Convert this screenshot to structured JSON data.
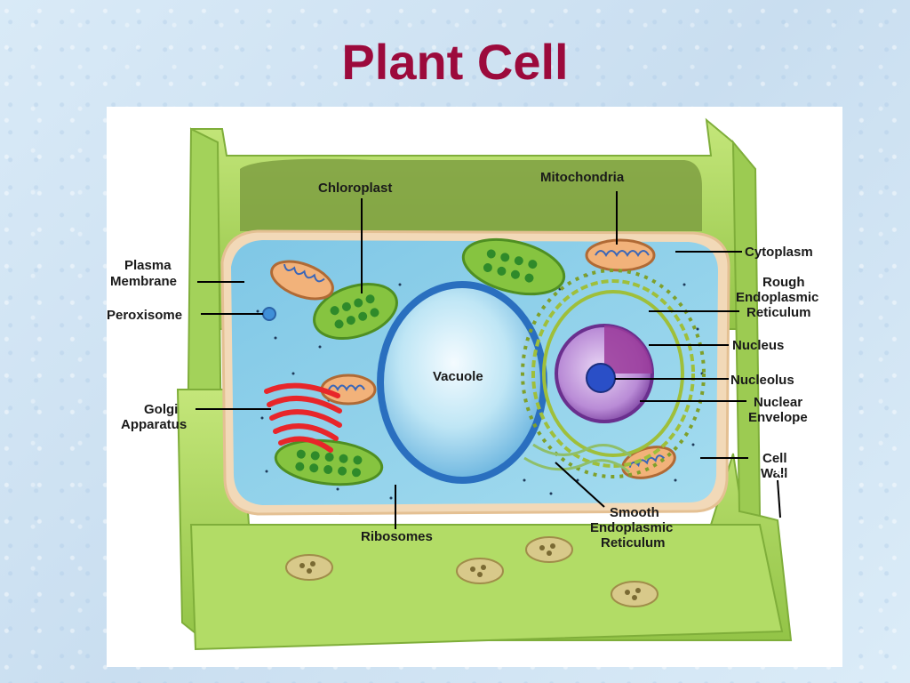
{
  "slide": {
    "title": "Plant Cell"
  },
  "diagram": {
    "labels": {
      "chloroplast": "Chloroplast",
      "mitochondria": "Mitochondria",
      "cytoplasm": "Cytoplasm",
      "plasma_membrane_1": "Plasma",
      "plasma_membrane_2": "Membrane",
      "rough_er_1": "Rough",
      "rough_er_2": "Endoplasmic",
      "rough_er_3": "Reticulum",
      "peroxisome": "Peroxisome",
      "nucleus": "Nucleus",
      "vacuole": "Vacuole",
      "nucleolus": "Nucleolus",
      "nuclear_envelope_1": "Nuclear",
      "nuclear_envelope_2": "Envelope",
      "golgi_1": "Golgi",
      "golgi_2": "Apparatus",
      "cell_wall_1": "Cell",
      "cell_wall_2": "Wall",
      "cell_wall_overlay": "Cell wall",
      "smooth_er_1": "Smooth",
      "smooth_er_2": "Endoplasmic",
      "smooth_er_3": "Reticulum",
      "ribosomes": "Ribosomes"
    },
    "colors": {
      "title": "#9c0a3c",
      "cell_wall": "#a9d65a",
      "cytoplasm": "#8fd0ea",
      "vacuole": "#bfe6f5",
      "nucleus": "#b98bd6",
      "golgi": "#e8262a",
      "chloroplast": "#86c440"
    }
  }
}
